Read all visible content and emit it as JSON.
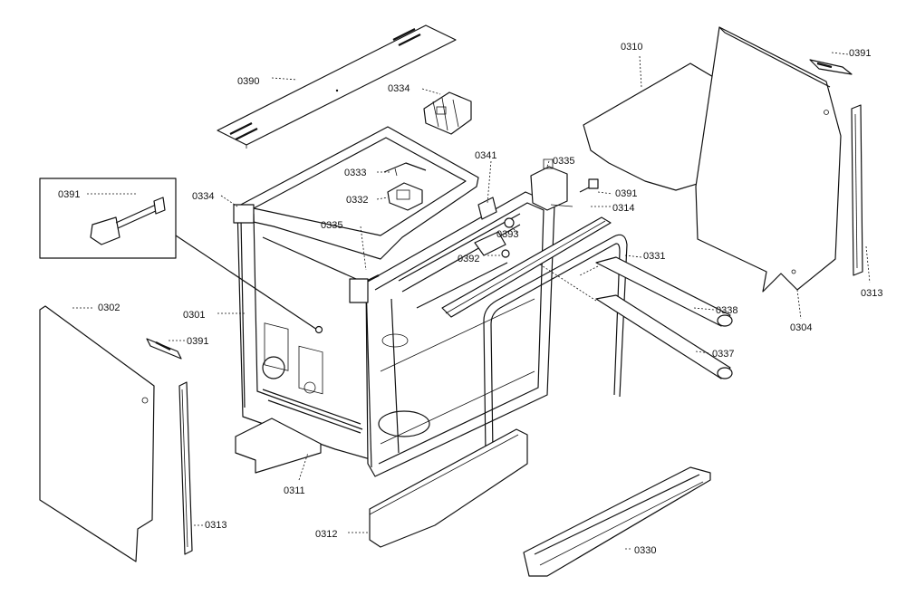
{
  "labels": {
    "p0390": "0390",
    "p0334_top": "0334",
    "p0310": "0310",
    "p0391_tr": "0391",
    "p0391_box": "0391",
    "p0334_left": "0334",
    "p0333": "0333",
    "p0341": "0341",
    "p0335_top": "0335",
    "p0332": "0332",
    "p0391_mid": "0391",
    "p0314": "0314",
    "p0335_mid": "0335",
    "p0393": "0393",
    "p0331": "0331",
    "p0392": "0392",
    "p0313_right": "0313",
    "p0302": "0302",
    "p0301": "0301",
    "p0338": "0338",
    "p0304": "0304",
    "p0391_left": "0391",
    "p0337": "0337",
    "p0311": "0311",
    "p0313_left": "0313",
    "p0312": "0312",
    "p0330": "0330"
  },
  "colors": {
    "ink": "#111111",
    "paper": "#ffffff"
  }
}
